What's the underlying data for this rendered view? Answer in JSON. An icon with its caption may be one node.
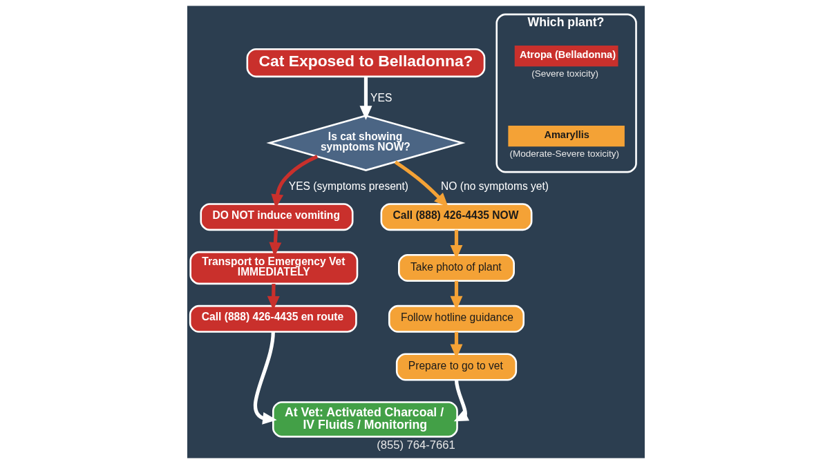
{
  "diagram": {
    "caption": "(855) 764-7661",
    "nodes": [
      {
        "text": [
          "Cat Exposed to Belladonna?"
        ]
      },
      {
        "text": [
          "Is cat showing symptoms NOW?"
        ]
      },
      {
        "text": [
          "DO NOT induce vomiting"
        ]
      },
      {
        "text": [
          "Transport to Emergency Vet IMMEDIATELY"
        ]
      },
      {
        "text": [
          "Call (888) 426-4435 en route"
        ]
      },
      {
        "text": [
          "Call (888) 426-4435 NOW"
        ]
      },
      {
        "text": [
          "Take photo of plant"
        ]
      },
      {
        "text": [
          "Follow hotline guidance"
        ]
      },
      {
        "text": [
          "Prepare to go to vet"
        ]
      },
      {
        "text": [
          "At Vet: Activated Charcoal / IV Fluids / Monitoring"
        ]
      },
      {
        "text": [
          "Which plant?"
        ]
      },
      {
        "text": [
          "Atropa (Belladonna)"
        ],
        "in": 10,
        "beside": [
          "(Severe toxicity)"
        ]
      },
      {
        "text": [
          "Amaryllis"
        ],
        "in": 10,
        "beside": [
          "(Moderate-Severe toxicity)"
        ]
      }
    ],
    "edges": [
      {
        "from": 0,
        "to": 1,
        "arrow": "to",
        "label": "YES",
        "color": "#ffffff"
      },
      {
        "from": 1,
        "to": 2,
        "arrow": "to",
        "label": "YES (symptoms present)",
        "color": "#c9302c"
      },
      {
        "from": 2,
        "to": 3,
        "arrow": "to",
        "color": "#c9302c"
      },
      {
        "from": 3,
        "to": 4,
        "arrow": "to",
        "color": "#c9302c"
      },
      {
        "from": 4,
        "to": 9,
        "arrow": "to",
        "color": "#ffffff"
      },
      {
        "from": 1,
        "to": 5,
        "arrow": "to",
        "label": "NO (no symptoms yet)",
        "color": "#f4a236"
      },
      {
        "from": 5,
        "to": 6,
        "arrow": "to",
        "color": "#f4a236"
      },
      {
        "from": 6,
        "to": 7,
        "arrow": "to",
        "color": "#f4a236"
      },
      {
        "from": 7,
        "to": 8,
        "arrow": "to",
        "color": "#f4a236"
      },
      {
        "from": 8,
        "to": 9,
        "arrow": "to",
        "color": "#ffffff"
      }
    ]
  }
}
